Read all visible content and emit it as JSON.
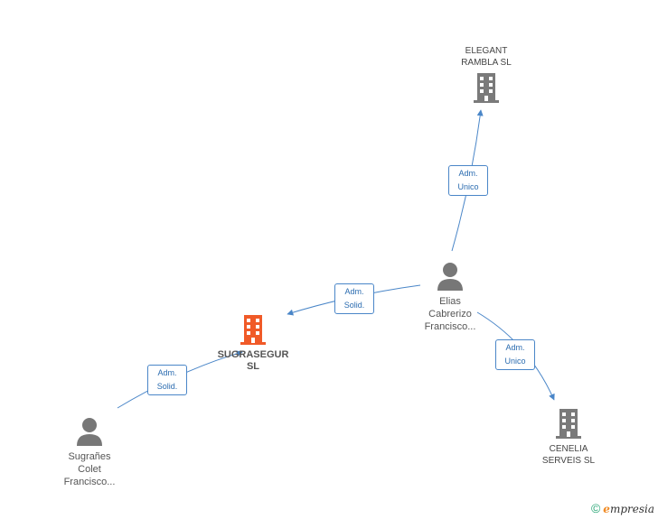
{
  "colors": {
    "edge": "#4a86c8",
    "company": "#7a7a7a",
    "main_company": "#f05a28",
    "person": "#777777"
  },
  "nodes": {
    "elegant": {
      "line1": "ELEGANT",
      "line2": "RAMBLA SL",
      "icon": "building-icon"
    },
    "sugrasegur": {
      "line1": "SUGRASEGUR",
      "line2": "SL",
      "icon": "building-icon"
    },
    "cenelia": {
      "line1": "CENELIA",
      "line2": "SERVEIS  SL",
      "icon": "building-icon"
    },
    "elias": {
      "line1": "Elias",
      "line2": "Cabrerizo",
      "line3": "Francisco...",
      "icon": "person-icon"
    },
    "sugranes": {
      "line1": "Sugrañes",
      "line2": "Colet",
      "line3": "Francisco...",
      "icon": "person-icon"
    }
  },
  "edges": {
    "elias_elegant": {
      "line1": "Adm.",
      "line2": "Unico"
    },
    "elias_sugrasegur": {
      "line1": "Adm.",
      "line2": "Solid."
    },
    "elias_cenelia": {
      "line1": "Adm.",
      "line2": "Unico"
    },
    "sugranes_sugrasegur": {
      "line1": "Adm.",
      "line2": "Solid."
    }
  },
  "footer": {
    "copyright": "©",
    "brand_first": "e",
    "brand_rest": "mpresia"
  }
}
